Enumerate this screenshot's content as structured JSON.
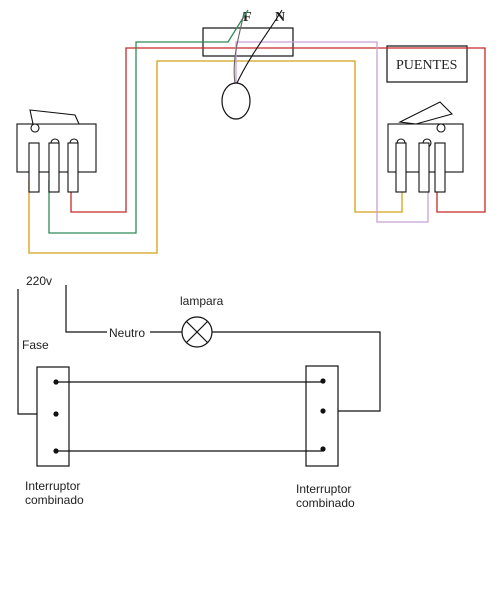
{
  "top_diagram": {
    "label_f": "F",
    "label_n": "N",
    "bridges_label": "PUENTES",
    "wire_colors": {
      "red": "#c62828",
      "green": "#2e8b57",
      "yellow": "#d4a017",
      "violet": "#c9a0d6",
      "black": "#111111",
      "gray": "#666666"
    }
  },
  "bottom_diagram": {
    "voltage_label": "220v",
    "phase_label": "Fase",
    "neutral_label": "Neutro",
    "lamp_label": "lampara",
    "left_switch_label_line1": "Interruptor",
    "left_switch_label_line2": "combinado",
    "right_switch_label_line1": "Interruptor",
    "right_switch_label_line2": "combinado"
  }
}
